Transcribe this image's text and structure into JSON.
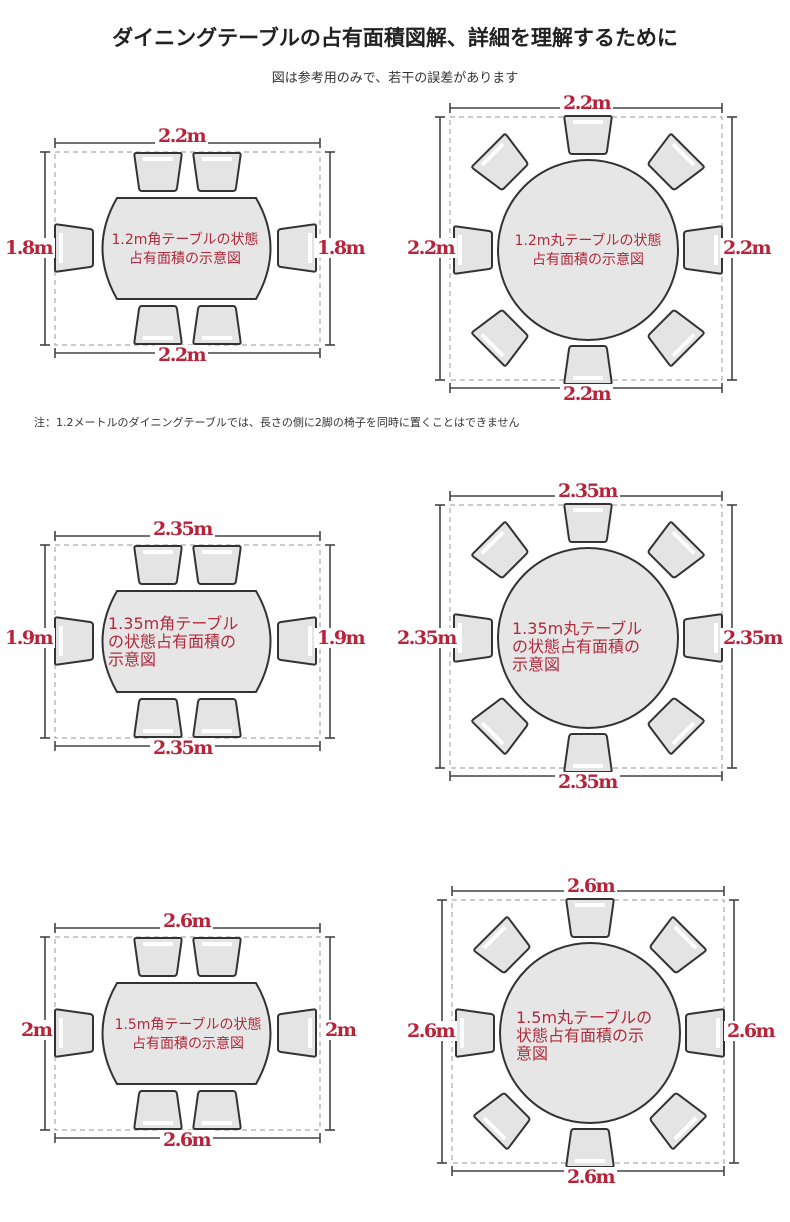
{
  "title": "ダイニングテーブルの占有面積図解、詳細を理解するために",
  "subtitle": "図は参考用のみで、若干の誤差があります",
  "note": "注：1.2メートルのダイニングテーブルでは、長さの側に2脚の椅子を同時に置くことはできません",
  "colors": {
    "dimension": "#b8233a",
    "table_fill": "#e6e6e6",
    "outline": "#333333"
  },
  "diagrams": [
    {
      "shape": "rectangular",
      "chairs": 6,
      "top": "2.2m",
      "bottom": "2.2m",
      "left": "1.8m",
      "right": "1.8m",
      "label1": "1.2m角テーブルの状態",
      "label2": "占有面積の示意図"
    },
    {
      "shape": "round",
      "chairs": 8,
      "top": "2.2m",
      "bottom": "2.2m",
      "left": "2.2m",
      "right": "2.2m",
      "label1": "1.2m丸テーブルの状態",
      "label2": "占有面積の示意図"
    },
    {
      "shape": "rectangular",
      "chairs": 6,
      "top": "2.35m",
      "bottom": "2.35m",
      "left": "1.9m",
      "right": "1.9m",
      "label1": "1.35m角テーブル",
      "label2": "の状態占有面積の",
      "label3": "示意図"
    },
    {
      "shape": "round",
      "chairs": 8,
      "top": "2.35m",
      "bottom": "2.35m",
      "left": "2.35m",
      "right": "2.35m",
      "label1": "1.35m丸テーブル",
      "label2": "の状態占有面積の",
      "label3": "示意図"
    },
    {
      "shape": "rectangular",
      "chairs": 6,
      "top": "2.6m",
      "bottom": "2.6m",
      "left": "2m",
      "right": "2m",
      "label1": "1.5m角テーブルの状態",
      "label2": "占有面積の示意図"
    },
    {
      "shape": "round",
      "chairs": 8,
      "top": "2.6m",
      "bottom": "2.6m",
      "left": "2.6m",
      "right": "2.6m",
      "label1": "1.5m丸テーブルの",
      "label2": "状態占有面積の示",
      "label3": "意図"
    }
  ]
}
